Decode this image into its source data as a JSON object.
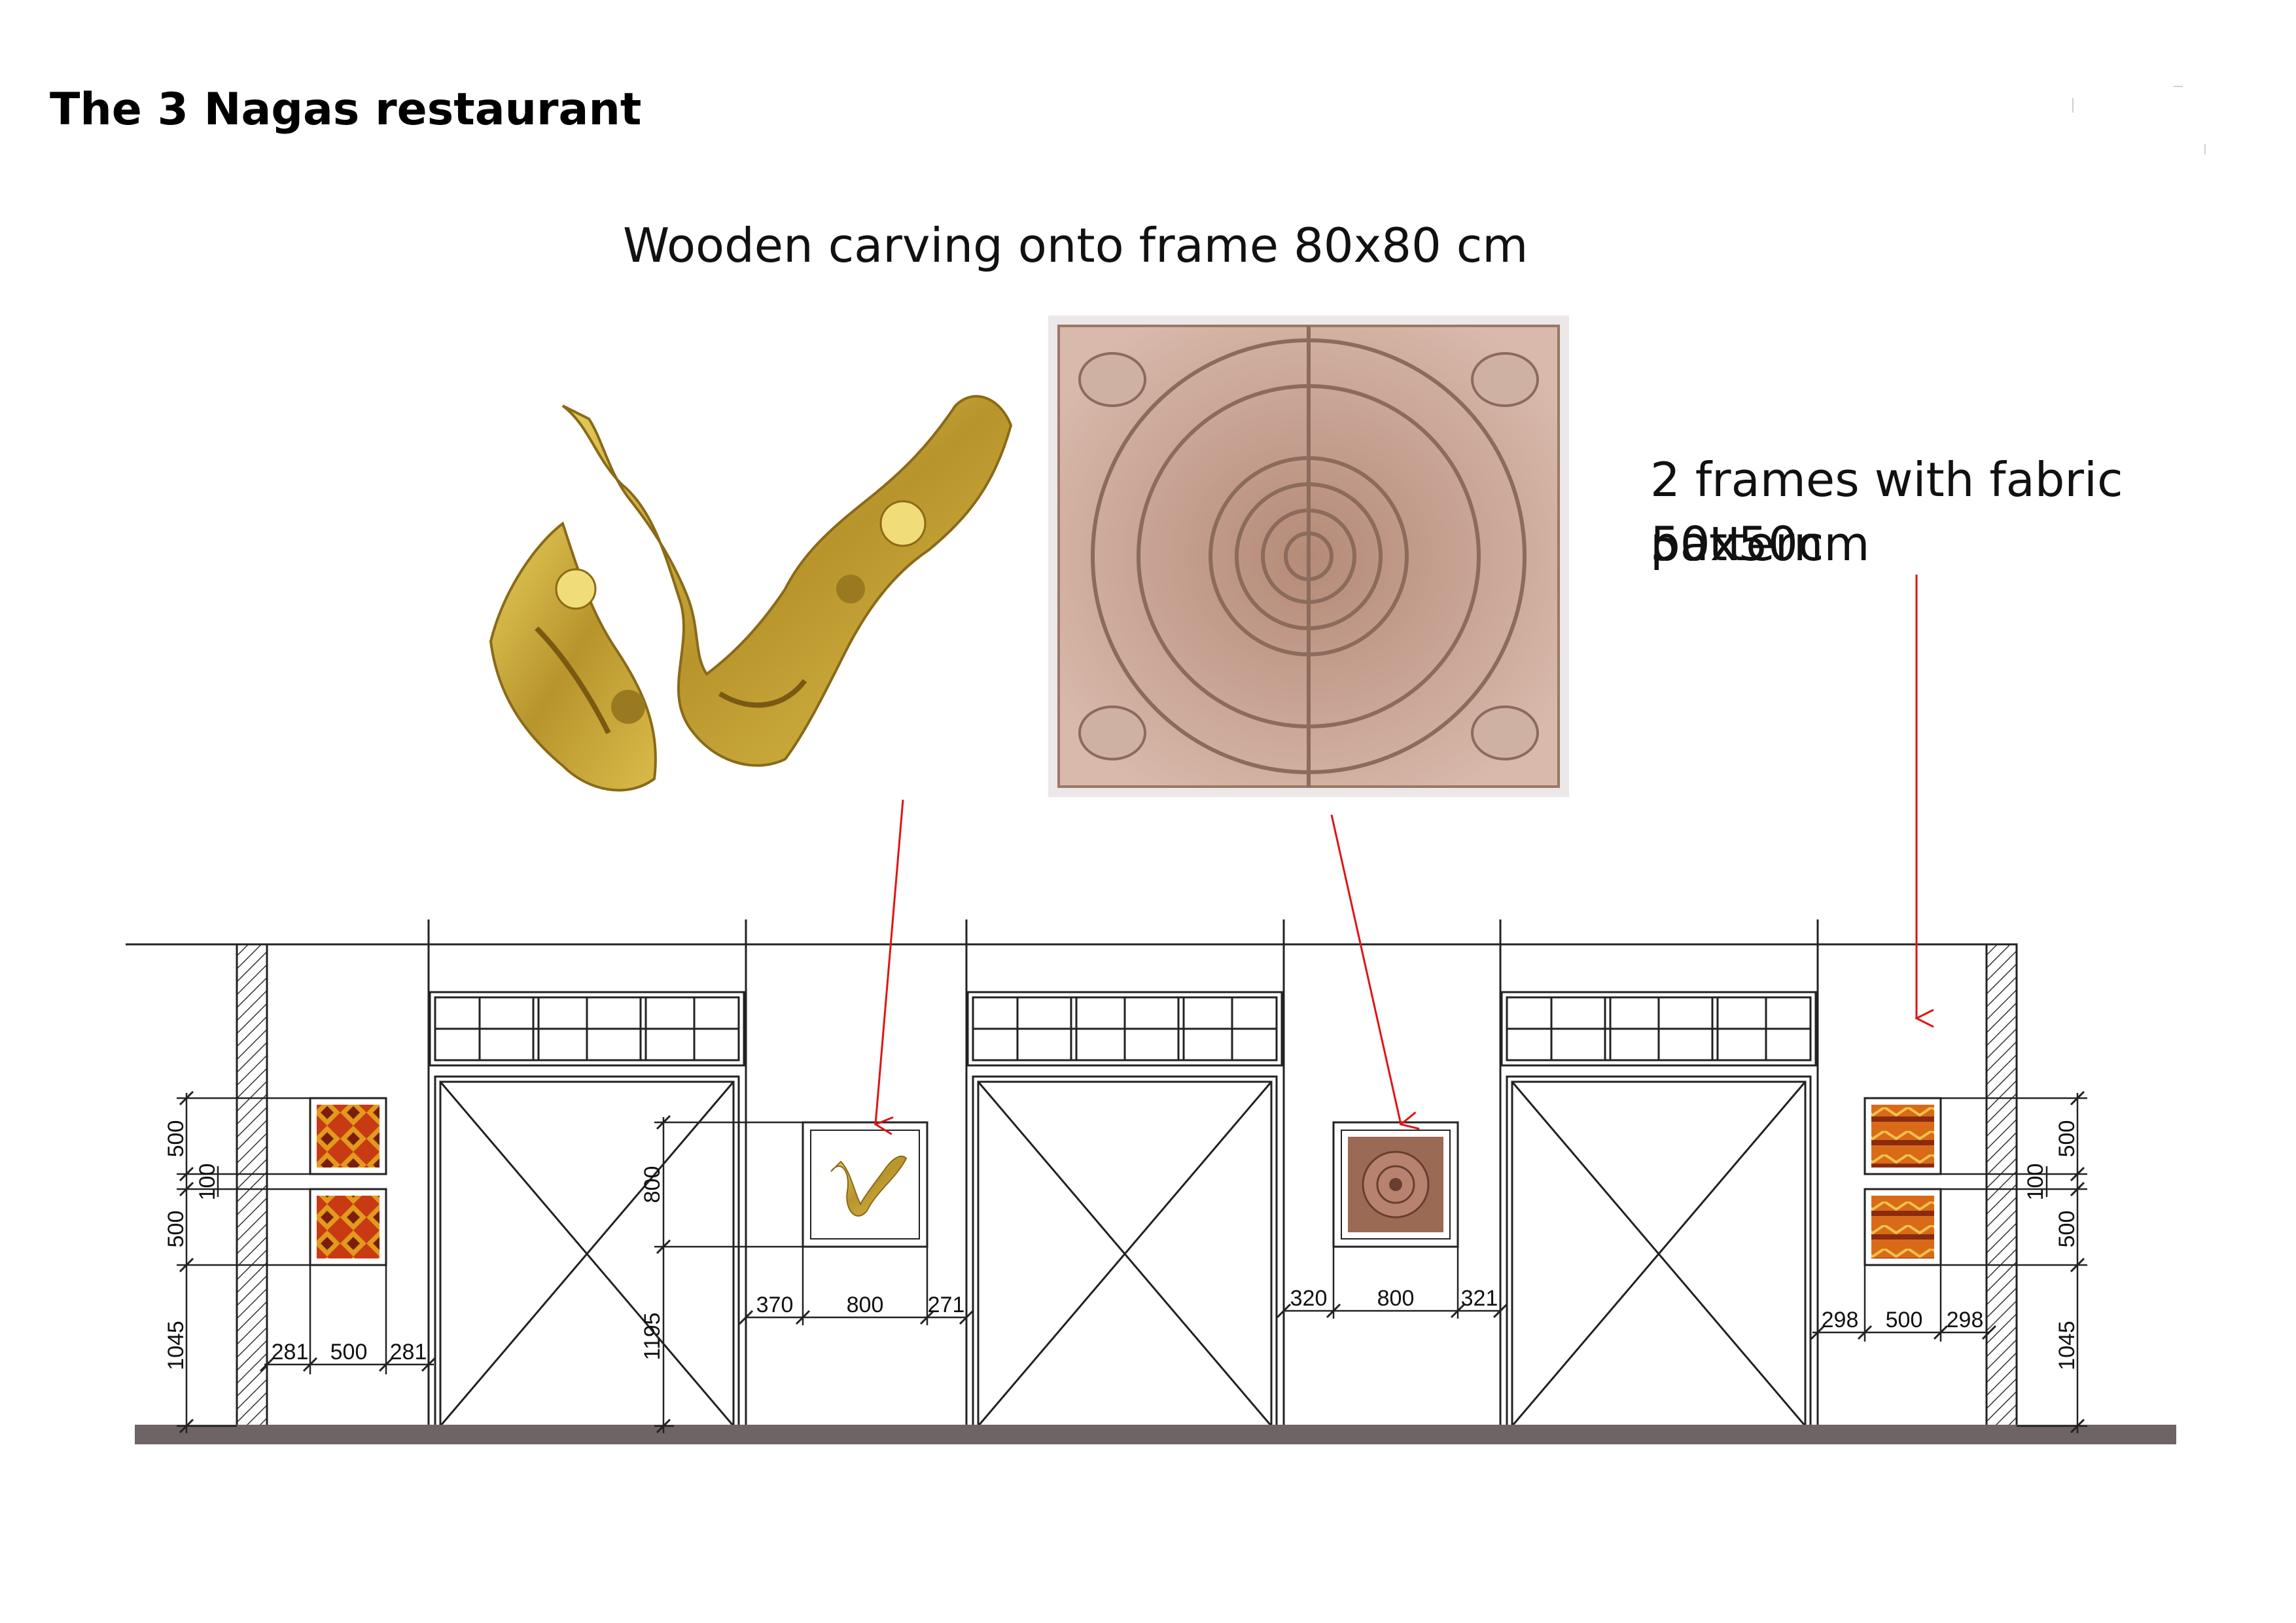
{
  "page": {
    "title": "The 3 Nagas restaurant",
    "carving_heading": "Wooden carving onto frame 80x80 cm",
    "fabric_heading_line1": "2 frames with fabric pattern",
    "fabric_heading_line2": "50x50cm"
  },
  "colors": {
    "line": "#222222",
    "arrow": "#e01414",
    "floor": "#6e6466",
    "gold": "#c9a63a",
    "wood": "#c7a596",
    "fabric_red": "#c83a14",
    "fabric_orange": "#e29a1c"
  },
  "images": [
    {
      "name": "golden-carving-photo",
      "kind": "gold"
    },
    {
      "name": "lotus-carving-photo",
      "kind": "wood"
    }
  ],
  "dimensions": {
    "left": {
      "v_top": "500",
      "v_gap": "100",
      "v_bottom": "500",
      "v_floor": "1045",
      "h_left": "281",
      "h_mid": "500",
      "h_right": "281"
    },
    "carving1": {
      "v_top": "800",
      "v_floor": "1195",
      "h_left": "370",
      "h_mid": "800",
      "h_right": "271"
    },
    "carving2": {
      "h_left": "320",
      "h_mid": "800",
      "h_right": "321"
    },
    "right": {
      "v_top": "500",
      "v_gap": "100",
      "v_bottom": "500",
      "v_floor": "1045",
      "h_left": "298",
      "h_mid": "500",
      "h_right": "298"
    }
  }
}
